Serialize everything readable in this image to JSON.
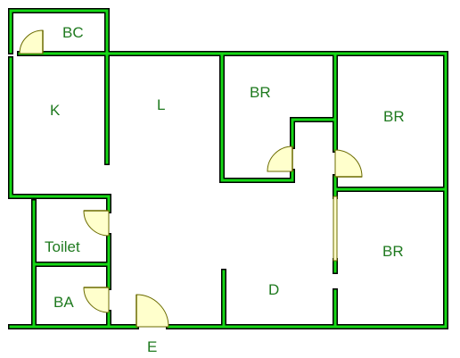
{
  "plan": {
    "rooms": {
      "bc": "BC",
      "k": "K",
      "l": "L",
      "br_top_middle": "BR",
      "br_top_right": "BR",
      "toilet": "Toilet",
      "br_bottom_right": "BR",
      "ba": "BA",
      "d": "D",
      "entrance": "E"
    },
    "colors": {
      "wall": "#15d815",
      "wall_outline": "#000000",
      "label": "#1f7a1f",
      "door_fill": "#ffffcc"
    }
  }
}
